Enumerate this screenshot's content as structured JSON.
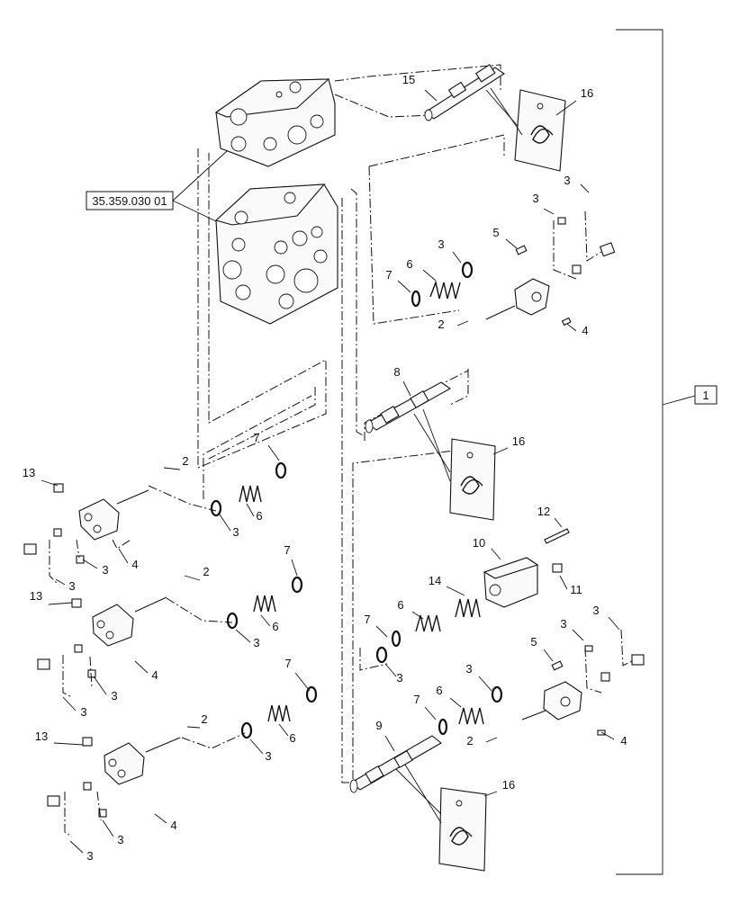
{
  "diagram": {
    "reference_code": "35.359.030 01",
    "assembly_callout": "1",
    "callouts": [
      {
        "id": "c15a",
        "text": "15"
      },
      {
        "id": "c16a",
        "text": "16"
      },
      {
        "id": "c3a",
        "text": "3"
      },
      {
        "id": "c3b",
        "text": "3"
      },
      {
        "id": "c3c",
        "text": "3"
      },
      {
        "id": "c5a",
        "text": "5"
      },
      {
        "id": "c7a",
        "text": "7"
      },
      {
        "id": "c6a",
        "text": "6"
      },
      {
        "id": "c2a",
        "text": "2"
      },
      {
        "id": "c4a",
        "text": "4"
      },
      {
        "id": "c8",
        "text": "8"
      },
      {
        "id": "c16b",
        "text": "16"
      },
      {
        "id": "c12",
        "text": "12"
      },
      {
        "id": "c10",
        "text": "10"
      },
      {
        "id": "c11",
        "text": "11"
      },
      {
        "id": "c14",
        "text": "14"
      },
      {
        "id": "c6b",
        "text": "6"
      },
      {
        "id": "c7b",
        "text": "7"
      },
      {
        "id": "c3d",
        "text": "3"
      },
      {
        "id": "c3e",
        "text": "3"
      },
      {
        "id": "c3f",
        "text": "3"
      },
      {
        "id": "c5b",
        "text": "5"
      },
      {
        "id": "c3g",
        "text": "3"
      },
      {
        "id": "c7c",
        "text": "7"
      },
      {
        "id": "c6c",
        "text": "6"
      },
      {
        "id": "c9",
        "text": "9"
      },
      {
        "id": "c2b",
        "text": "2"
      },
      {
        "id": "c4b",
        "text": "4"
      },
      {
        "id": "c16c",
        "text": "16"
      },
      {
        "id": "c13a",
        "text": "13"
      },
      {
        "id": "c2c",
        "text": "2"
      },
      {
        "id": "c7d",
        "text": "7"
      },
      {
        "id": "c6d",
        "text": "6"
      },
      {
        "id": "c3h",
        "text": "3"
      },
      {
        "id": "c3i",
        "text": "3"
      },
      {
        "id": "c4c",
        "text": "4"
      },
      {
        "id": "c3j",
        "text": "3"
      },
      {
        "id": "c13b",
        "text": "13"
      },
      {
        "id": "c2d",
        "text": "2"
      },
      {
        "id": "c7e",
        "text": "7"
      },
      {
        "id": "c6e",
        "text": "6"
      },
      {
        "id": "c3k",
        "text": "3"
      },
      {
        "id": "c4d",
        "text": "4"
      },
      {
        "id": "c3l",
        "text": "3"
      },
      {
        "id": "c3m",
        "text": "3"
      },
      {
        "id": "c13c",
        "text": "13"
      },
      {
        "id": "c2e",
        "text": "2"
      },
      {
        "id": "c7f",
        "text": "7"
      },
      {
        "id": "c6f",
        "text": "6"
      },
      {
        "id": "c3n",
        "text": "3"
      },
      {
        "id": "c4e",
        "text": "4"
      },
      {
        "id": "c3o",
        "text": "3"
      },
      {
        "id": "c3p",
        "text": "3"
      }
    ]
  }
}
